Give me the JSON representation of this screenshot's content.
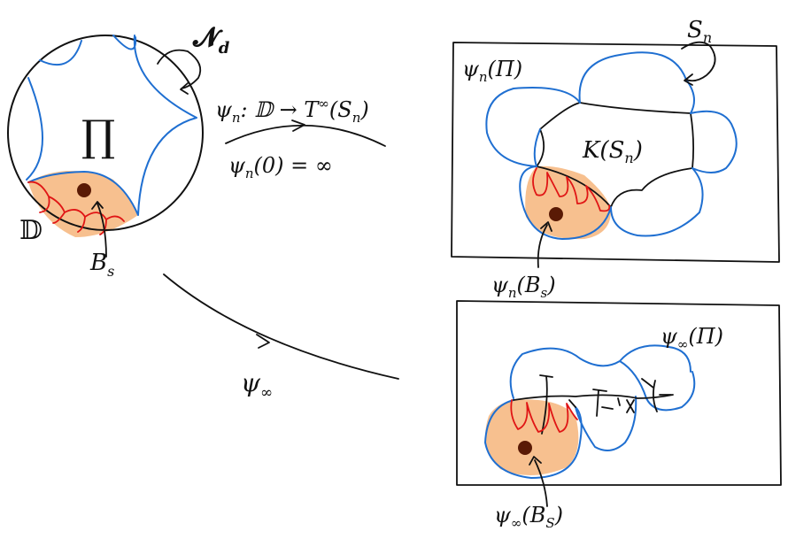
{
  "colors": {
    "boundary_blue": "#1f6fd1",
    "petal_red": "#e01515",
    "orange_fill": "#f7c08f",
    "brown_dot": "#5a1a05",
    "ink": "#111111"
  },
  "labels": {
    "N_sym": "𝓝",
    "N_sub": "d",
    "pi_big": "∏",
    "disk": "𝔻",
    "B": "B",
    "B_sub": "s",
    "psi_n_map": "ψ",
    "psi_n_sub": "n",
    "psi_n_map_rest": ": 𝔻 → T",
    "psi_n_map_sup": "∞",
    "psi_n_map_tail": "(S",
    "psi_n_map_tail_sub": "n",
    "psi_n_map_close": ")",
    "psi_n_zero": "ψ",
    "psi_n_zero_sub": "n",
    "psi_n_zero_rest": "(0) = ∞",
    "S": "S",
    "S_sub": "n",
    "psi_n_Pi": "ψ",
    "psi_n_Pi_sub": "n",
    "psi_n_Pi_rest": "(Π)",
    "K": "K(S",
    "K_sub": "n",
    "K_close": ")",
    "psi_n_B": "ψ",
    "psi_n_B_sub": "n",
    "psi_n_B_rest": "(B",
    "psi_n_B_sub2": "s",
    "psi_n_B_close": ")",
    "psi_inf": "ψ",
    "psi_inf_sub": "∞",
    "psi_inf_Pi": "ψ",
    "psi_inf_Pi_sub": "∞",
    "psi_inf_Pi_rest": "(Π)",
    "psi_inf_B": "ψ",
    "psi_inf_B_sub": "∞",
    "psi_inf_B_rest": "(B",
    "psi_inf_B_sub2": "S",
    "psi_inf_B_close": ")"
  }
}
